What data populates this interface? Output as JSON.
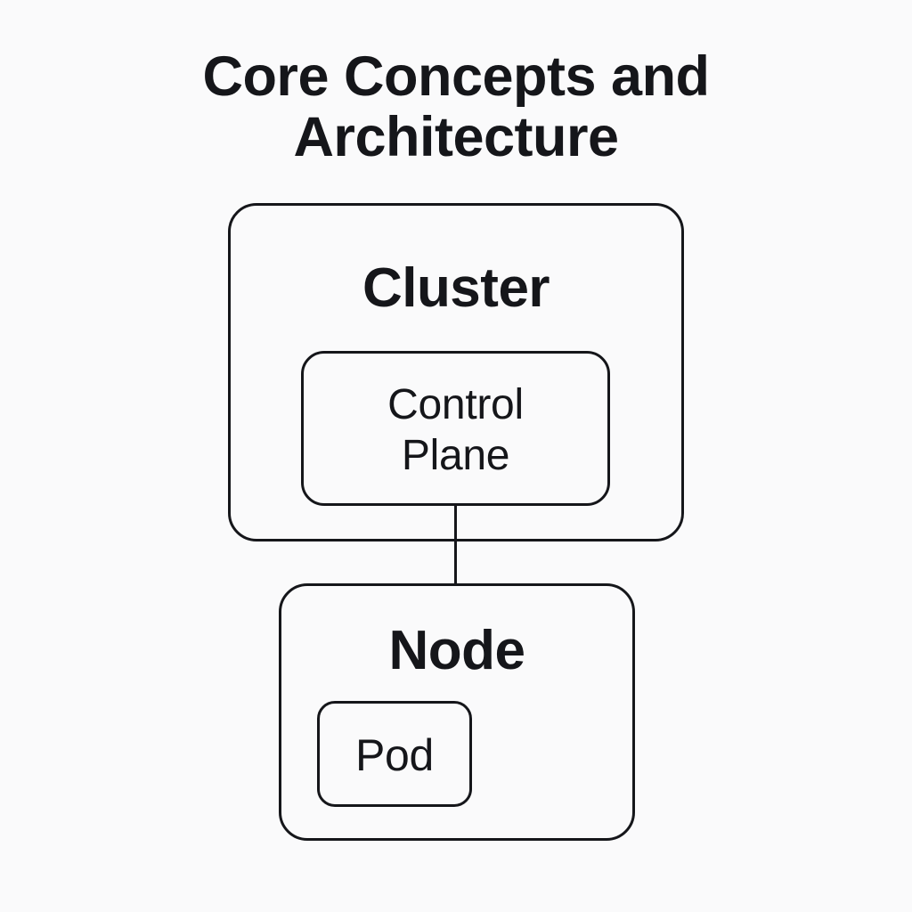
{
  "title": "Core Concepts and\nArchitecture",
  "background_color": "#fafafb",
  "stroke_color": "#15161a",
  "text_color": "#15161a",
  "diagram": {
    "type": "nested-block-diagram",
    "nodes": [
      {
        "id": "cluster",
        "label": "Cluster",
        "shape": "rounded-rectangle",
        "emphasis": "bold",
        "children": [
          "control-plane"
        ]
      },
      {
        "id": "control-plane",
        "label": "Control\nPlane",
        "shape": "rounded-rectangle",
        "emphasis": "regular",
        "parent": "cluster"
      },
      {
        "id": "node",
        "label": "Node",
        "shape": "rounded-rectangle",
        "emphasis": "bold",
        "children": [
          "pod"
        ]
      },
      {
        "id": "pod",
        "label": "Pod",
        "shape": "rounded-rectangle",
        "emphasis": "regular",
        "parent": "node"
      }
    ],
    "edges": [
      {
        "id": "control-plane-to-node",
        "from": "control-plane",
        "to": "node",
        "style": "solid-line",
        "arrowhead": "none",
        "orientation": "vertical"
      }
    ]
  }
}
